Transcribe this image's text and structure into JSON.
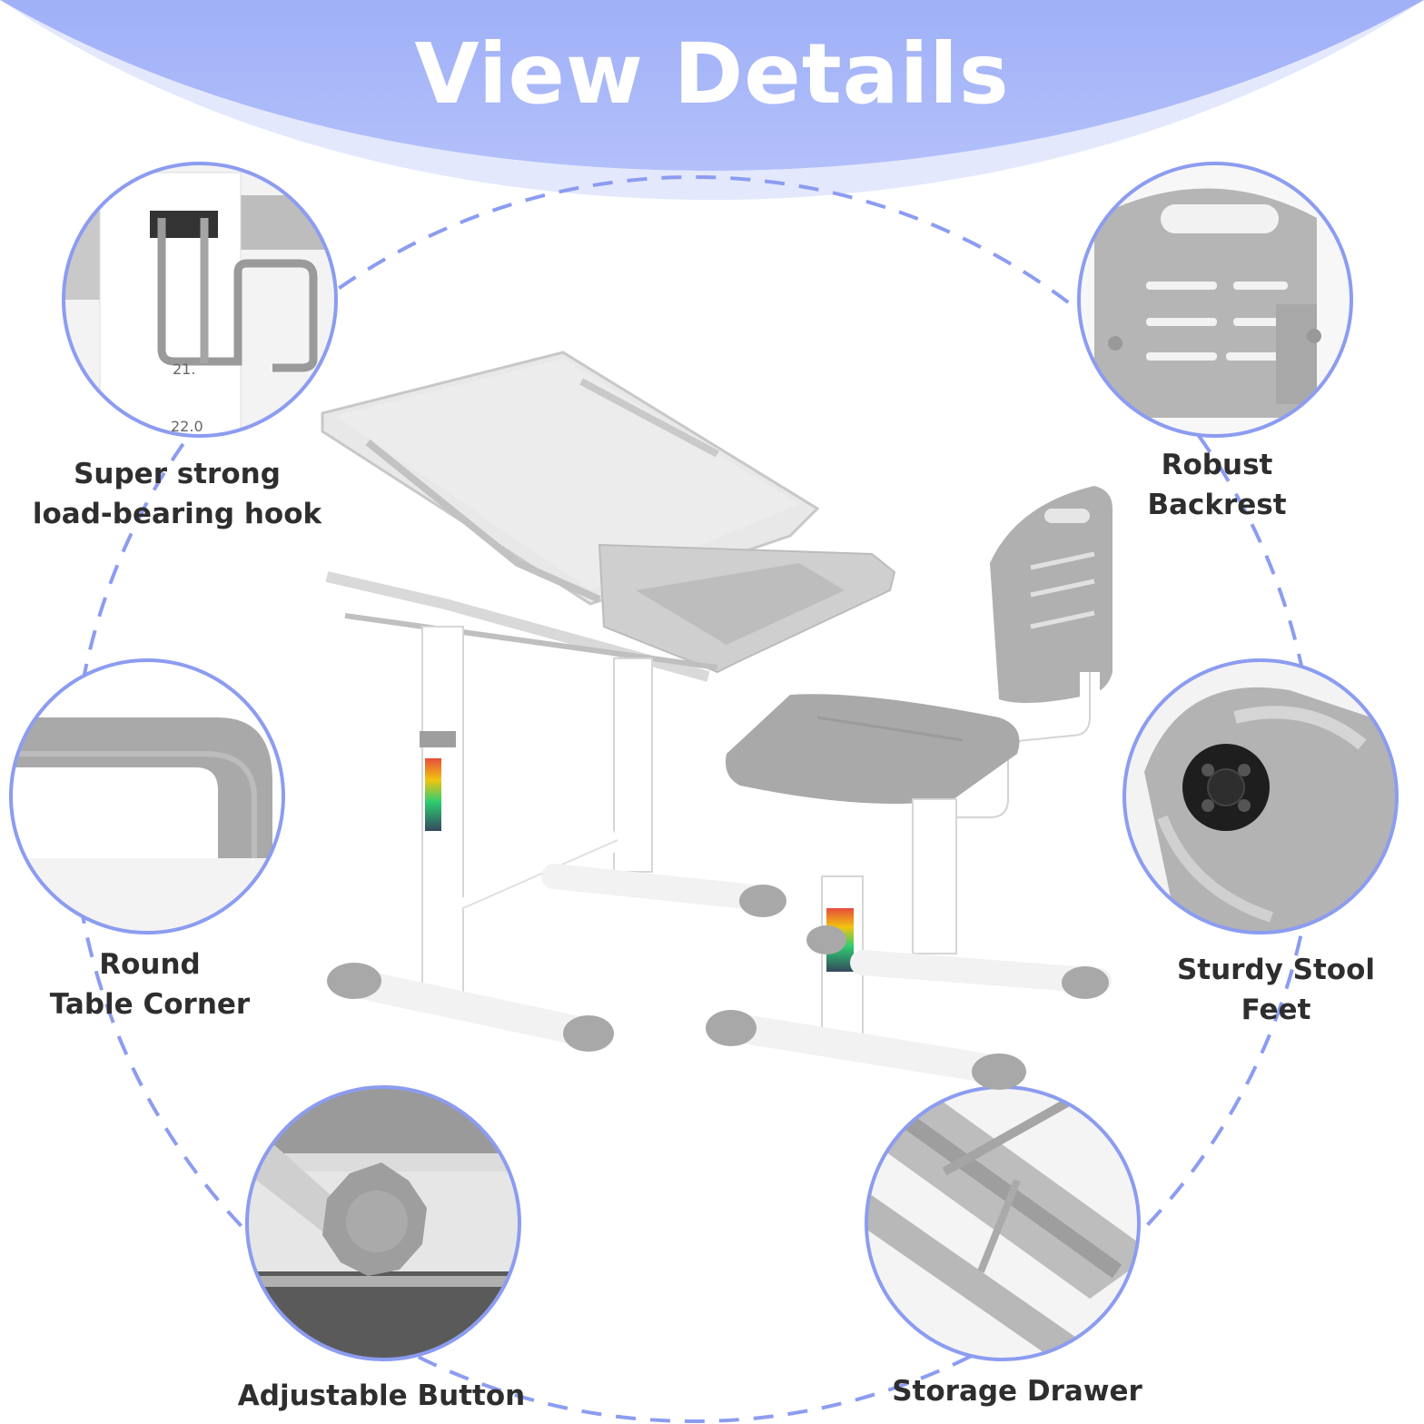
{
  "banner": {
    "title": "View Details",
    "color": "#a6b6f8"
  },
  "accent_color": "#8c9cf0",
  "features": {
    "hook": {
      "line1": "Super strong",
      "line2": "load-bearing hook"
    },
    "backrest": {
      "line1": "Robust",
      "line2": "Backrest"
    },
    "corner": {
      "line1": "Round",
      "line2": "Table Corner"
    },
    "feet": {
      "line1": "Sturdy Stool",
      "line2": "Feet"
    },
    "button": {
      "line1": "Adjustable Button"
    },
    "drawer": {
      "line1": "Storage Drawer"
    }
  },
  "scale_labels": {
    "hook_upper": "21.",
    "hook_lower": "22.0"
  }
}
